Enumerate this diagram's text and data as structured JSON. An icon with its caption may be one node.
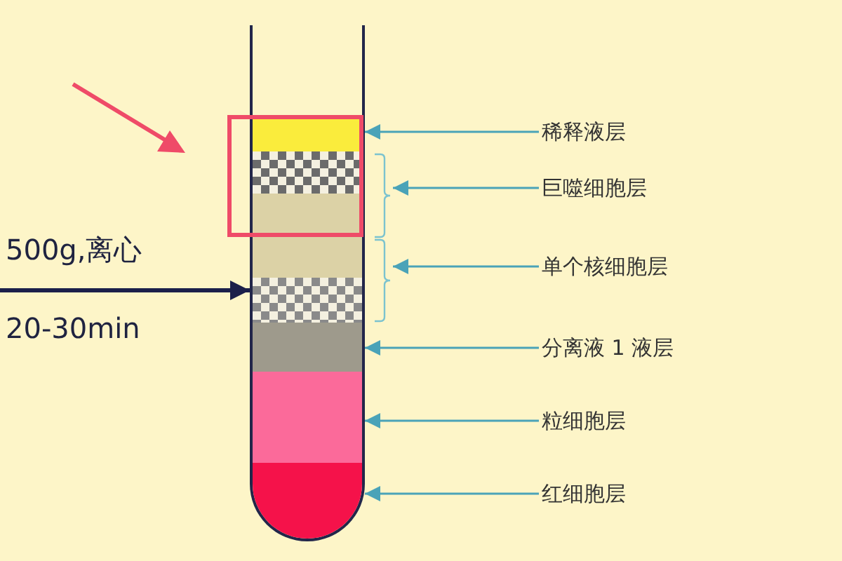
{
  "diagram": {
    "nodes": [
      {
        "text": [],
        "shape": "cylinder"
      },
      {
        "text": [],
        "shape": "bar",
        "in": 0
      },
      {
        "text": [],
        "shape": "bar",
        "in": 0
      },
      {
        "text": [],
        "shape": "bar",
        "in": 0
      },
      {
        "text": [],
        "shape": "bar",
        "in": 0
      },
      {
        "text": [],
        "shape": "bar",
        "in": 0
      },
      {
        "text": [],
        "shape": "bar",
        "in": 0
      },
      {
        "text": [],
        "shape": "bar",
        "in": 0
      },
      {
        "text": [],
        "shape": "bracket"
      },
      {
        "text": [],
        "shape": "bracket"
      },
      {
        "text": [
          "稀释液层"
        ]
      },
      {
        "text": [
          "巨噬细胞层"
        ]
      },
      {
        "text": [
          "单个核细胞层"
        ]
      },
      {
        "text": [
          "分离液 1 液层"
        ]
      },
      {
        "text": [
          "粒细胞层"
        ]
      },
      {
        "text": [
          "红细胞层"
        ]
      }
    ],
    "edges": [
      {
        "from": 10,
        "to": 1,
        "arrow": "to"
      },
      {
        "from": 11,
        "to": 8,
        "arrow": "to"
      },
      {
        "from": 12,
        "to": 9,
        "arrow": "to"
      },
      {
        "from": 13,
        "to": 5,
        "arrow": "to"
      },
      {
        "from": 14,
        "to": 6,
        "arrow": "to"
      },
      {
        "from": 15,
        "to": 7,
        "arrow": "to"
      },
      {
        "from": null,
        "to": 0,
        "arrow": "to",
        "style": "thick",
        "color": "#1b1f4a"
      }
    ],
    "labels": [
      "500g,离心",
      "20-30min"
    ]
  }
}
